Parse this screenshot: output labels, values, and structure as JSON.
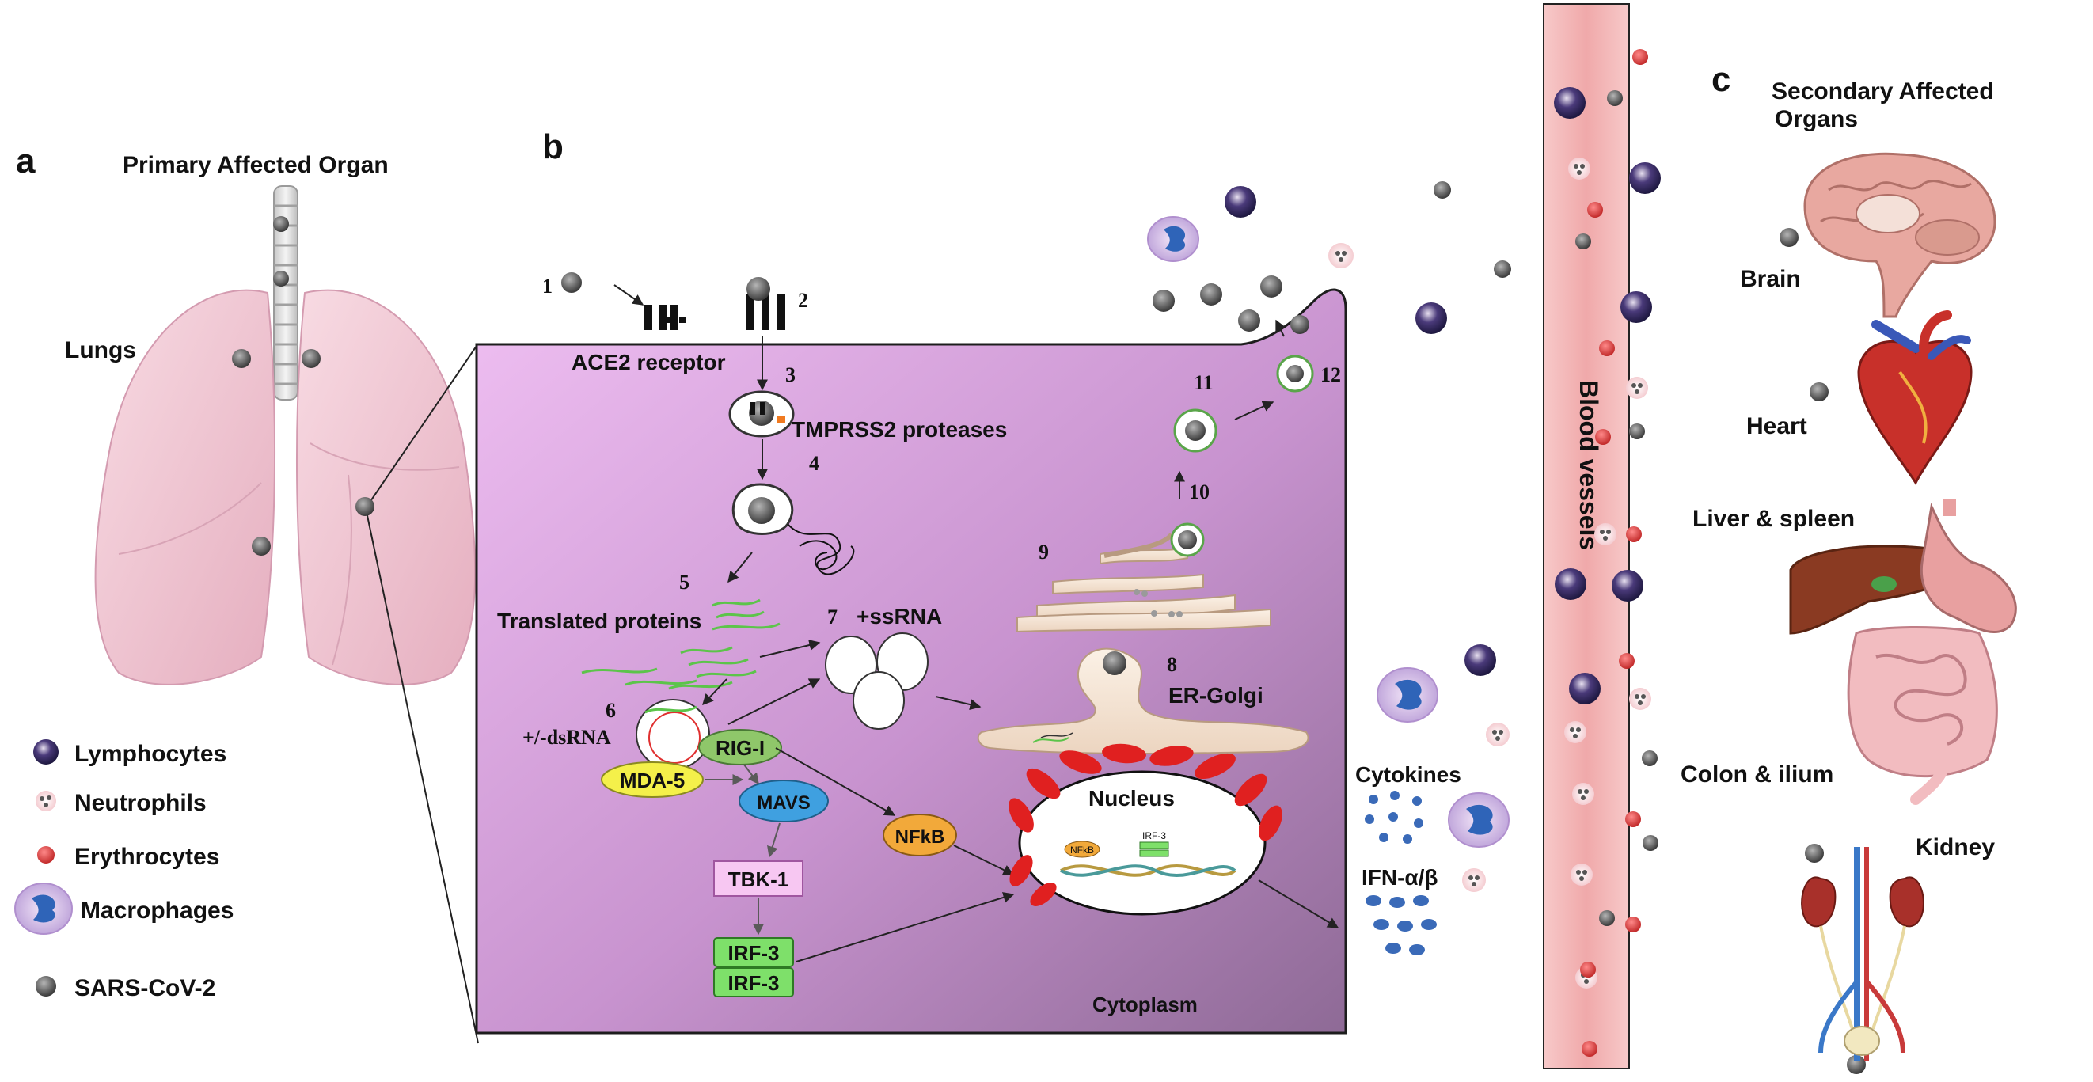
{
  "panel_a": {
    "letter": "a",
    "title": "Primary Affected Organ",
    "organ_label": "Lungs",
    "legend": [
      {
        "label": "Lymphocytes",
        "icon": "lymphocyte-icon"
      },
      {
        "label": "Neutrophils",
        "icon": "neutrophil-icon"
      },
      {
        "label": "Erythrocytes",
        "icon": "erythrocyte-icon"
      },
      {
        "label": "Macrophages",
        "icon": "macrophage-icon"
      },
      {
        "label": "SARS-CoV-2",
        "icon": "virus-icon"
      }
    ]
  },
  "panel_b": {
    "letter": "b",
    "steps": {
      "s1": "1",
      "s2": "2",
      "s3": "3",
      "s4": "4",
      "s5": "5",
      "s6": "6",
      "s7": "7",
      "s8": "8",
      "s9": "9",
      "s10": "10",
      "s11": "11",
      "s12": "12"
    },
    "labels": {
      "ace2": "ACE2 receptor",
      "tmprss2": "TMPRSS2 proteases",
      "translated": "Translated proteins",
      "ssrna": "+ssRNA",
      "dsrna": "+/-dsRNA",
      "er_golgi": "ER-Golgi",
      "nucleus": "Nucleus",
      "cytoplasm": "Cytoplasm",
      "cytokines": "Cytokines",
      "ifn": "IFN-α/β",
      "blood_vessels": "Blood vessels"
    },
    "pathway": {
      "rig1": "RIG-I",
      "mda5": "MDA-5",
      "mavs": "MAVS",
      "nfkb": "NFkB",
      "tbk1": "TBK-1",
      "irf3a": "IRF-3",
      "irf3b": "IRF-3",
      "dna_nfkb": "NFkB",
      "dna_irf3": "IRF-3"
    }
  },
  "panel_c": {
    "letter": "c",
    "title_line1": "Secondary Affected",
    "title_line2": "Organs",
    "organs": [
      "Brain",
      "Heart",
      "Liver & spleen",
      "Colon & ilium",
      "Kidney"
    ]
  },
  "colors": {
    "cell_fill": "#d8a6e0",
    "vessel_fill": "#f3b8b8",
    "lung_fill": "#f0ccd8",
    "virus": "#6b6b6b",
    "rig1": "#8fc76a",
    "mda5": "#f4f04a",
    "mavs": "#3fa0e0",
    "nfkb": "#f2a93a",
    "tbk1": "#f7c7f2",
    "irf3": "#7ee06a",
    "nucleus_membrane": "#e02020"
  }
}
